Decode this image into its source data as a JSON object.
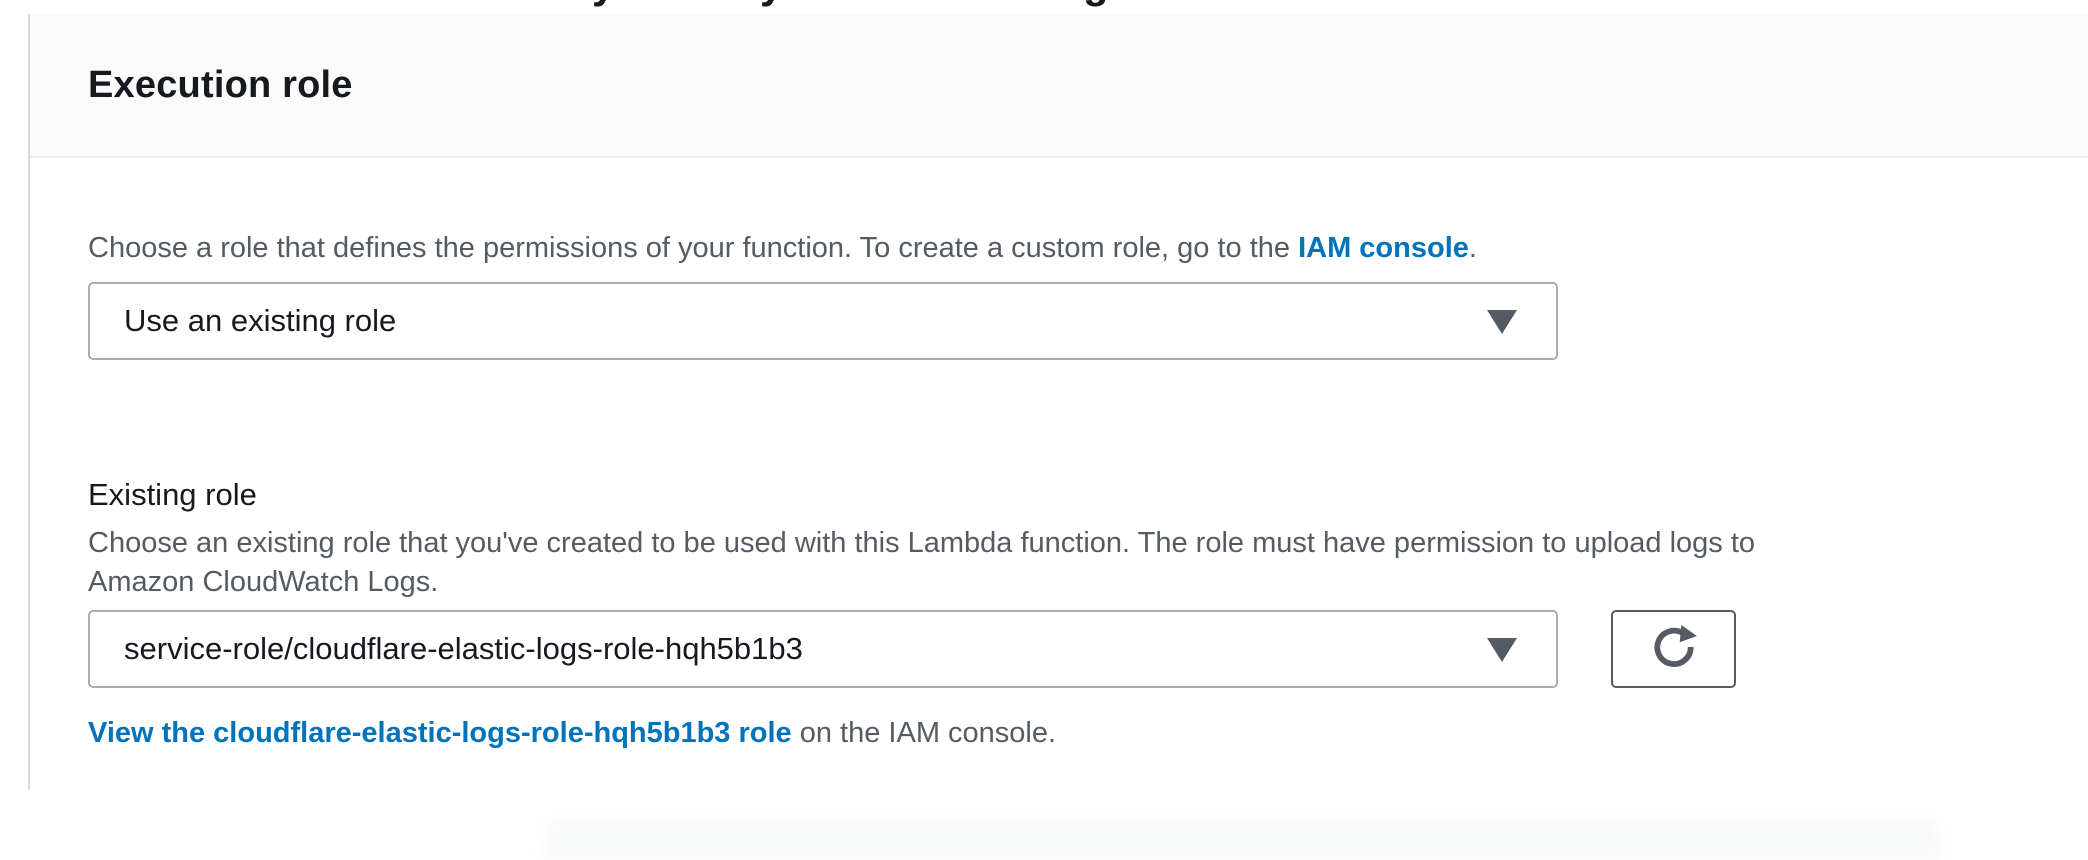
{
  "page": {
    "cropped_top_fragments": [
      "y",
      "y",
      "g"
    ]
  },
  "panel": {
    "title": "Execution role",
    "intro": {
      "text_before_link": "Choose a role that defines the permissions of your function. To create a custom role, go to the ",
      "link_label": "IAM console",
      "text_after_link": "."
    },
    "role_source_select": {
      "value": "Use an existing role",
      "caret_icon": "caret-down"
    },
    "existing_role": {
      "label": "Existing role",
      "description_line1": "Choose an existing role that you've created to be used with this Lambda function. The role must have permission to upload logs to",
      "description_line2": "Amazon CloudWatch Logs.",
      "select_value": "service-role/cloudflare-elastic-logs-role-hqh5b1b3",
      "refresh_icon": "refresh",
      "view_link_label": "View the cloudflare-elastic-logs-role-hqh5b1b3 role",
      "view_link_suffix": " on the IAM console."
    }
  },
  "colors": {
    "link_blue": "#0073bb",
    "text_primary": "#16191f",
    "text_secondary": "#545b64",
    "header_background": "#fafafa",
    "divider": "#eaeded",
    "input_border": "#a4aeb1",
    "panel_left_border": "#d5dbdb"
  }
}
